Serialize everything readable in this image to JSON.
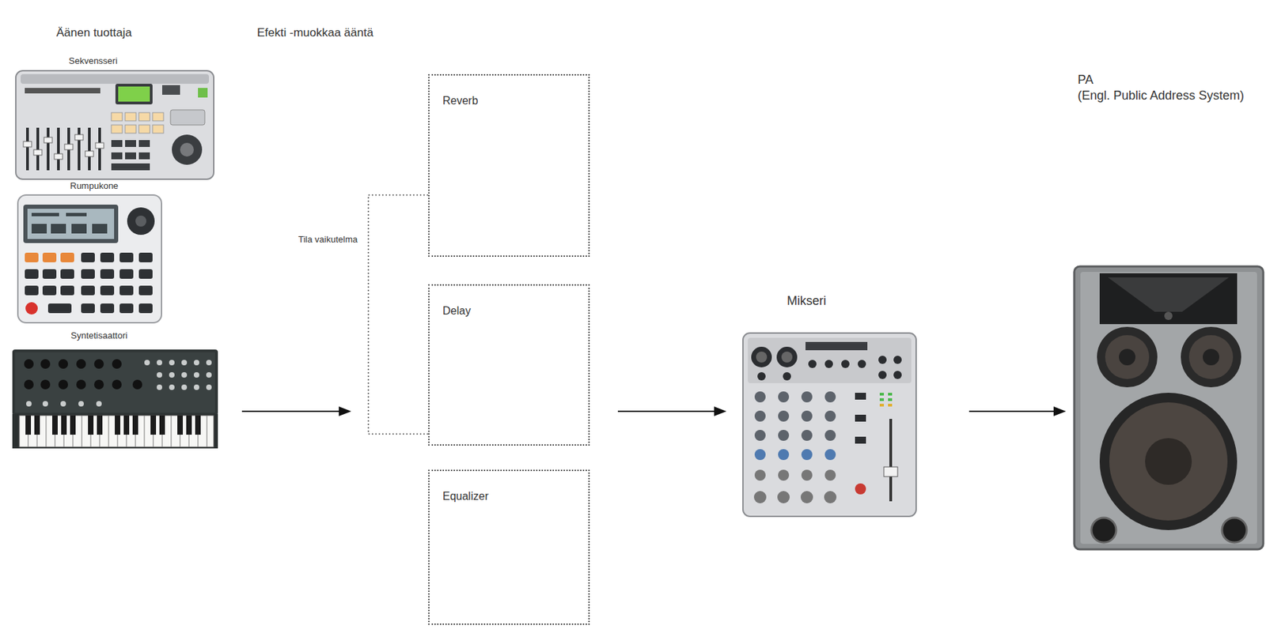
{
  "diagram": {
    "nodes": [
      {
        "text": [
          "Äänen tuottaja"
        ]
      },
      {
        "text": [
          "Sekvensseri"
        ],
        "in": 0
      },
      {
        "text": [
          "Rumpukone"
        ],
        "in": 0
      },
      {
        "text": [
          "Syntetisaattori"
        ],
        "in": 0
      },
      {
        "text": [
          "Efekti -muokkaa ääntä"
        ]
      },
      {
        "text": [
          "Reverb"
        ],
        "in": 4
      },
      {
        "text": [
          "Delay"
        ],
        "in": 4
      },
      {
        "text": [
          "Equalizer"
        ],
        "in": 4
      },
      {
        "text": [
          "Mikseri"
        ]
      },
      {
        "text": [
          "PA",
          "(Engl. Public Address System)"
        ]
      }
    ],
    "edges": [
      {
        "from": 0,
        "to": 4,
        "arrow": "to"
      },
      {
        "from": 5,
        "to": 6,
        "label": "Tila vaikutelma",
        "arrow": "none"
      },
      {
        "from": 4,
        "to": 8,
        "arrow": "to"
      },
      {
        "from": 8,
        "to": 9,
        "arrow": "to"
      }
    ]
  }
}
